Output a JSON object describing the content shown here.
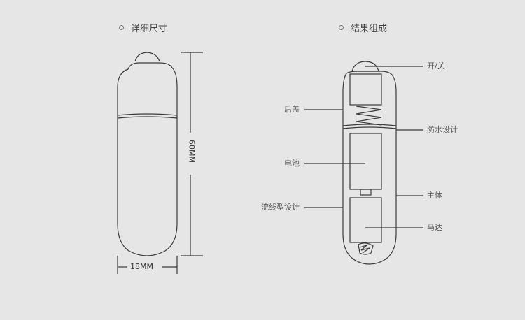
{
  "sections": {
    "dimensions_title": "详细尺寸",
    "structure_title": "结果组成"
  },
  "dimensions": {
    "height": "60MM",
    "width": "18MM"
  },
  "labels": {
    "switch": "开/关",
    "back_cover": "后盖",
    "waterproof": "防水设计",
    "battery": "电池",
    "body": "主体",
    "streamline": "流线型设计",
    "motor": "马达"
  },
  "colors": {
    "background": "#e6e6e6",
    "outline": "#3a3a3a"
  }
}
